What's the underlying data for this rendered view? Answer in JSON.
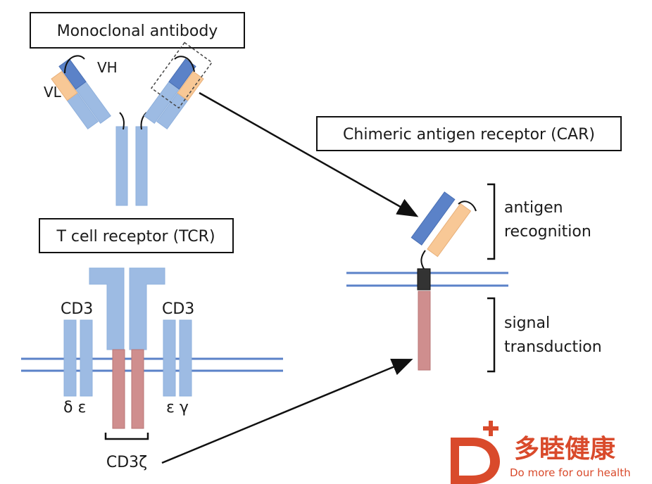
{
  "labels": {
    "monoclonal_antibody": "Monoclonal antibody",
    "vh": "VH",
    "vl": "VL",
    "car_title": "Chimeric antigen receptor (CAR)",
    "antigen": "antigen",
    "recognition": "recognition",
    "tcr_title": "T cell receptor (TCR)",
    "cd3_left": "CD3",
    "cd3_right": "CD3",
    "delta_epsilon": "δ ε",
    "epsilon_gamma": "ε γ",
    "signal": "signal",
    "transduction": "transduction",
    "cd3zeta": "CD3ζ"
  },
  "logo": {
    "letter": "D",
    "plus": "+",
    "chinese": "多睦健康",
    "slogan": "Do more for our health"
  },
  "colors": {
    "light_blue": "#9dbbe3",
    "dark_blue": "#5b82c8",
    "orange": "#f8c896",
    "pink": "#cf8e8e",
    "membrane": "#5b82c8",
    "logo_red": "#d94a2b"
  }
}
